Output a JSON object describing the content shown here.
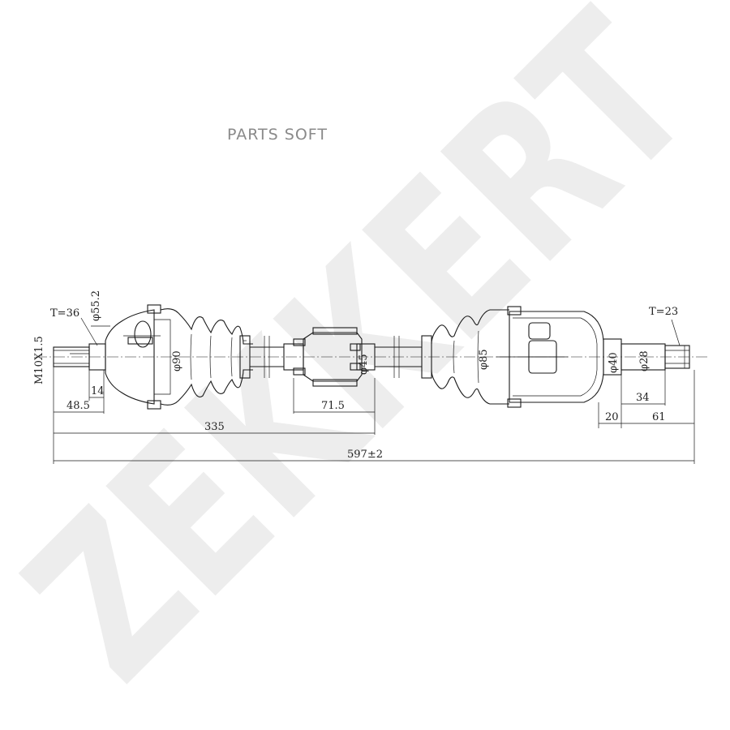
{
  "watermark": {
    "brand": "ZEKKERT",
    "tag": "PARTS SOFT"
  },
  "dimensions": {
    "thread": "M10X1.5",
    "teeth_outer": "T=36",
    "teeth_inner": "T=23",
    "dia_outer_neck": "φ55.2",
    "dia_outer_boot": "φ90",
    "dia_damper": "φ45",
    "dia_inner_boot": "φ85",
    "dia_inner_stub": "φ40",
    "dia_inner_spline": "φ28",
    "len_thread": "14",
    "len_outer_stub": "48.5",
    "len_damper": "71.5",
    "len_to_damper": "335",
    "len_total": "597±2",
    "len_inner_spline": "34",
    "len_inner_collar": "20",
    "len_inner_stub": "61"
  }
}
